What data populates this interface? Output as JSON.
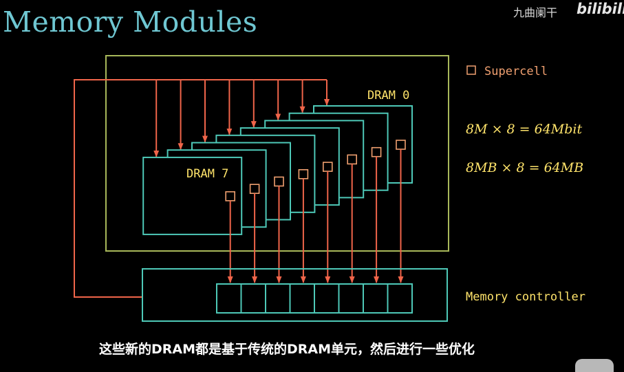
{
  "title": "Memory Modules",
  "watermark": {
    "text": "九曲阑干",
    "logo": "bilibili"
  },
  "diagram": {
    "dram_first_label": "DRAM 0",
    "dram_last_label": "DRAM 7",
    "dram_count": 8,
    "memory_controller_label": "Memory controller",
    "legend": {
      "icon": "square-outline-icon",
      "label": "Supercell"
    },
    "equations": [
      "8M × 8 = 64Mbit",
      "8MB × 8 = 64MB"
    ],
    "colors": {
      "module_border": "#a8b85a",
      "dram_border": "#4ec9b8",
      "arrows": "#f0654a",
      "supercell": "#f0a070",
      "label_text": "#ffe46b"
    }
  },
  "subtitle": "这些新的DRAM都是基于传统的DRAM单元，然后进行一些优化"
}
